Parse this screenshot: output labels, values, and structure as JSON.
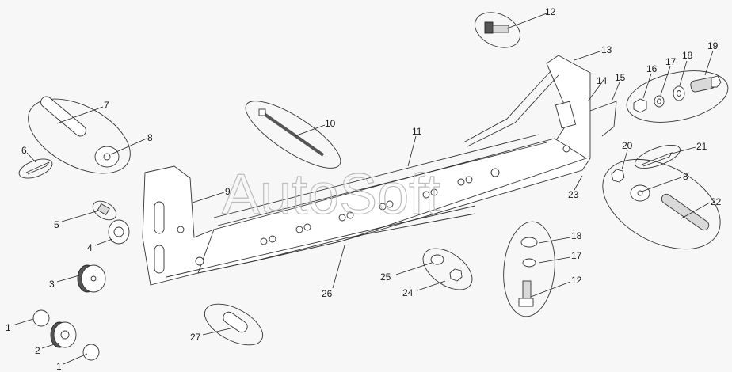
{
  "watermark": "AutoSoft",
  "callouts": [
    "12",
    "13",
    "14",
    "15",
    "16",
    "17",
    "18",
    "19",
    "20",
    "21",
    "8",
    "22",
    "23",
    "11",
    "10",
    "9",
    "7",
    "8",
    "6",
    "5",
    "4",
    "3",
    "1",
    "2",
    "1",
    "27",
    "26",
    "25",
    "24",
    "18",
    "17",
    "12"
  ]
}
